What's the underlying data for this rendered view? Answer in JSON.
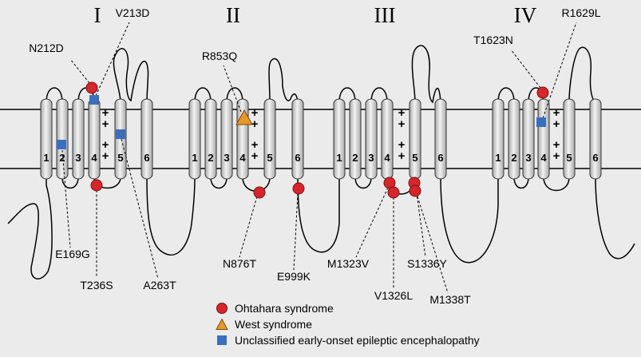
{
  "domains": [
    "I",
    "II",
    "III",
    "IV"
  ],
  "segments": [
    "1",
    "2",
    "3",
    "4",
    "5",
    "6"
  ],
  "charge_symbol": "+",
  "mutations": [
    {
      "label": "N212D",
      "type": "ohtahara"
    },
    {
      "label": "V213D",
      "type": "unclassified"
    },
    {
      "label": "E169G",
      "type": "unclassified"
    },
    {
      "label": "T236S",
      "type": "ohtahara"
    },
    {
      "label": "A263T",
      "type": "unclassified"
    },
    {
      "label": "R853Q",
      "type": "west"
    },
    {
      "label": "N876T",
      "type": "ohtahara"
    },
    {
      "label": "E999K",
      "type": "ohtahara"
    },
    {
      "label": "M1323V",
      "type": "ohtahara"
    },
    {
      "label": "V1326L",
      "type": "ohtahara"
    },
    {
      "label": "S1336Y",
      "type": "ohtahara"
    },
    {
      "label": "M1338T",
      "type": "ohtahara"
    },
    {
      "label": "T1623N",
      "type": "ohtahara"
    },
    {
      "label": "R1629L",
      "type": "unclassified"
    }
  ],
  "legend": [
    {
      "type": "ohtahara",
      "label": "Ohtahara syndrome"
    },
    {
      "type": "west",
      "label": "West syndrome"
    },
    {
      "type": "unclassified",
      "label": "Unclassified early-onset epileptic encephalopathy"
    }
  ],
  "colors": {
    "background": "#ebebeb",
    "helix_light": "#f2f2f2",
    "helix_dark": "#a9a9a9",
    "ohtahara": "#d7262b",
    "west": "#e8972a",
    "unclassified": "#3a6fc0"
  }
}
